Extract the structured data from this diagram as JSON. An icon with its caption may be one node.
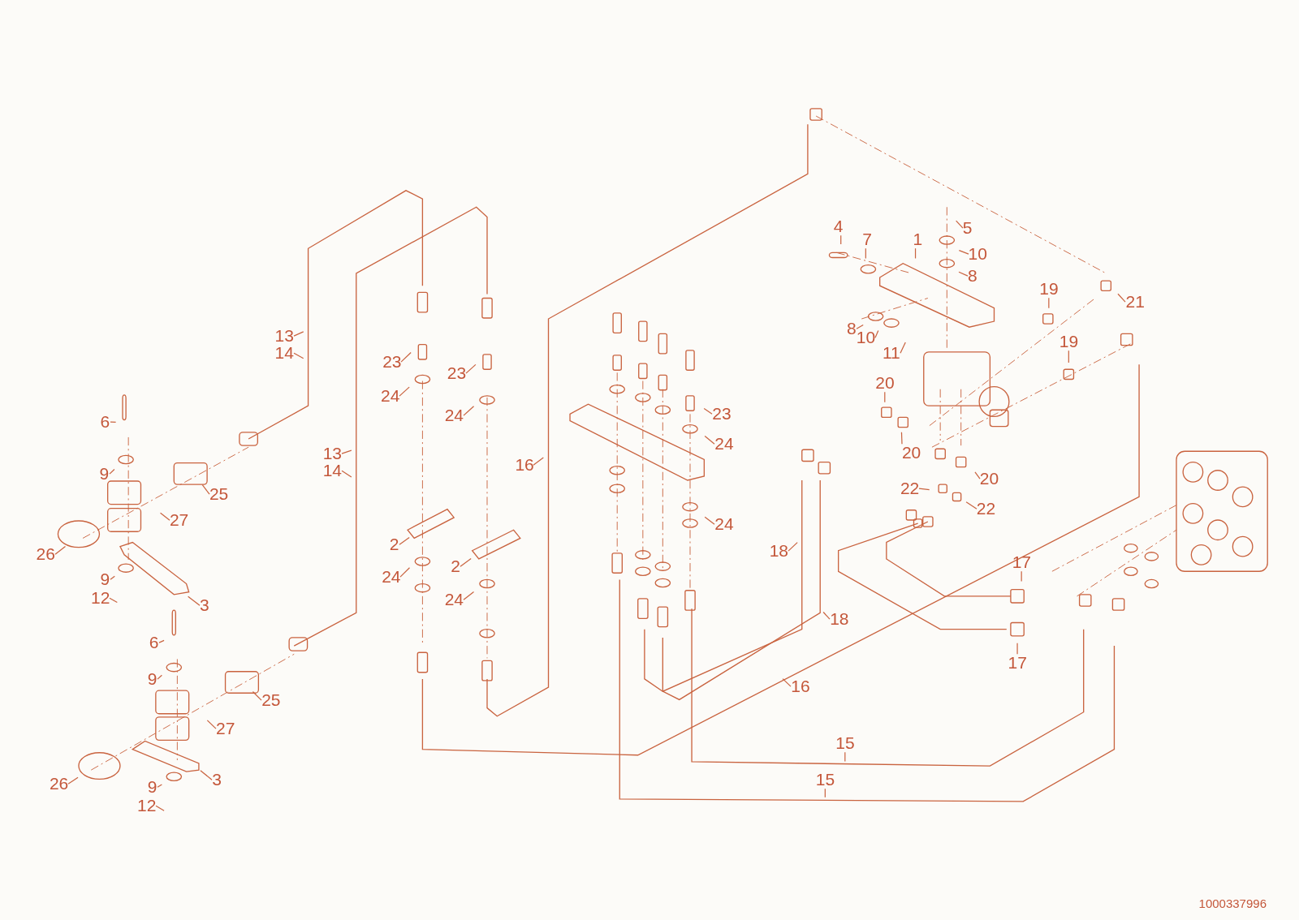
{
  "diagram": {
    "nodes": [
      {
        "text": [
          "4"
        ]
      },
      {
        "text": [
          "5"
        ]
      },
      {
        "text": [
          "7"
        ]
      },
      {
        "text": [
          "1"
        ]
      },
      {
        "text": [
          "10"
        ]
      },
      {
        "text": [
          "8"
        ]
      },
      {
        "text": [
          "19"
        ]
      },
      {
        "text": [
          "21"
        ]
      },
      {
        "text": [
          "8"
        ]
      },
      {
        "text": [
          "10"
        ]
      },
      {
        "text": [
          "11"
        ]
      },
      {
        "text": [
          "19"
        ]
      },
      {
        "text": [
          "13"
        ]
      },
      {
        "text": [
          "14"
        ]
      },
      {
        "text": [
          "23"
        ]
      },
      {
        "text": [
          "23"
        ]
      },
      {
        "text": [
          "24"
        ]
      },
      {
        "text": [
          "24"
        ]
      },
      {
        "text": [
          "20"
        ]
      },
      {
        "text": [
          "23"
        ]
      },
      {
        "text": [
          "6"
        ]
      },
      {
        "text": [
          "24"
        ]
      },
      {
        "text": [
          "20"
        ]
      },
      {
        "text": [
          "13"
        ]
      },
      {
        "text": [
          "14"
        ]
      },
      {
        "text": [
          "16"
        ]
      },
      {
        "text": [
          "9"
        ]
      },
      {
        "text": [
          "20"
        ]
      },
      {
        "text": [
          "22"
        ]
      },
      {
        "text": [
          "25"
        ]
      },
      {
        "text": [
          "22"
        ]
      },
      {
        "text": [
          "27"
        ]
      },
      {
        "text": [
          "24"
        ]
      },
      {
        "text": [
          "2"
        ]
      },
      {
        "text": [
          "26"
        ]
      },
      {
        "text": [
          "18"
        ]
      },
      {
        "text": [
          "2"
        ]
      },
      {
        "text": [
          "17"
        ]
      },
      {
        "text": [
          "24"
        ]
      },
      {
        "text": [
          "9"
        ]
      },
      {
        "text": [
          "3"
        ]
      },
      {
        "text": [
          "12"
        ]
      },
      {
        "text": [
          "24"
        ]
      },
      {
        "text": [
          "18"
        ]
      },
      {
        "text": [
          "6"
        ]
      },
      {
        "text": [
          "17"
        ]
      },
      {
        "text": [
          "9"
        ]
      },
      {
        "text": [
          "16"
        ]
      },
      {
        "text": [
          "25"
        ]
      },
      {
        "text": [
          "27"
        ]
      },
      {
        "text": [
          "15"
        ]
      },
      {
        "text": [
          "3"
        ]
      },
      {
        "text": [
          "26"
        ]
      },
      {
        "text": [
          "15"
        ]
      },
      {
        "text": [
          "9"
        ]
      },
      {
        "text": [
          "12"
        ]
      }
    ],
    "edges": [
      {
        "from": 0,
        "to": null,
        "arrow": "none"
      },
      {
        "from": 1,
        "to": null,
        "arrow": "none"
      },
      {
        "from": 2,
        "to": null,
        "arrow": "none"
      },
      {
        "from": 3,
        "to": null,
        "arrow": "none"
      },
      {
        "from": 4,
        "to": null,
        "arrow": "none"
      },
      {
        "from": 5,
        "to": null,
        "arrow": "none"
      },
      {
        "from": 6,
        "to": null,
        "arrow": "none"
      },
      {
        "from": 7,
        "to": null,
        "arrow": "none"
      },
      {
        "from": 8,
        "to": null,
        "arrow": "none"
      },
      {
        "from": 9,
        "to": null,
        "arrow": "none"
      },
      {
        "from": 10,
        "to": null,
        "arrow": "none"
      },
      {
        "from": 11,
        "to": null,
        "arrow": "none"
      },
      {
        "from": 12,
        "to": null,
        "arrow": "none"
      },
      {
        "from": 13,
        "to": null,
        "arrow": "none"
      },
      {
        "from": 14,
        "to": null,
        "arrow": "none"
      },
      {
        "from": 15,
        "to": null,
        "arrow": "none"
      },
      {
        "from": 16,
        "to": null,
        "arrow": "none"
      },
      {
        "from": 17,
        "to": null,
        "arrow": "none"
      },
      {
        "from": 18,
        "to": null,
        "arrow": "none"
      },
      {
        "from": 19,
        "to": null,
        "arrow": "none"
      },
      {
        "from": 20,
        "to": null,
        "arrow": "none"
      },
      {
        "from": 21,
        "to": null,
        "arrow": "none"
      },
      {
        "from": 22,
        "to": null,
        "arrow": "none"
      },
      {
        "from": 23,
        "to": null,
        "arrow": "none"
      },
      {
        "from": 24,
        "to": null,
        "arrow": "none"
      },
      {
        "from": 25,
        "to": null,
        "arrow": "none"
      },
      {
        "from": 26,
        "to": null,
        "arrow": "none"
      },
      {
        "from": 27,
        "to": null,
        "arrow": "none"
      },
      {
        "from": 28,
        "to": null,
        "arrow": "none"
      },
      {
        "from": 29,
        "to": null,
        "arrow": "none"
      },
      {
        "from": 30,
        "to": null,
        "arrow": "none"
      },
      {
        "from": 31,
        "to": null,
        "arrow": "none"
      },
      {
        "from": 32,
        "to": null,
        "arrow": "none"
      },
      {
        "from": 33,
        "to": null,
        "arrow": "none"
      },
      {
        "from": 34,
        "to": null,
        "arrow": "none"
      },
      {
        "from": 35,
        "to": null,
        "arrow": "none"
      },
      {
        "from": 36,
        "to": null,
        "arrow": "none"
      },
      {
        "from": 37,
        "to": null,
        "arrow": "none"
      },
      {
        "from": 38,
        "to": null,
        "arrow": "none"
      },
      {
        "from": 39,
        "to": null,
        "arrow": "none"
      },
      {
        "from": 40,
        "to": null,
        "arrow": "none"
      },
      {
        "from": 41,
        "to": null,
        "arrow": "none"
      },
      {
        "from": 42,
        "to": null,
        "arrow": "none"
      },
      {
        "from": 43,
        "to": null,
        "arrow": "none"
      },
      {
        "from": 44,
        "to": null,
        "arrow": "none"
      },
      {
        "from": 45,
        "to": null,
        "arrow": "none"
      },
      {
        "from": 46,
        "to": null,
        "arrow": "none"
      },
      {
        "from": 47,
        "to": null,
        "arrow": "none"
      },
      {
        "from": 48,
        "to": null,
        "arrow": "none"
      },
      {
        "from": 49,
        "to": null,
        "arrow": "none"
      },
      {
        "from": 50,
        "to": null,
        "arrow": "none"
      },
      {
        "from": 51,
        "to": null,
        "arrow": "none"
      },
      {
        "from": 52,
        "to": null,
        "arrow": "none"
      },
      {
        "from": 53,
        "to": null,
        "arrow": "none"
      },
      {
        "from": 54,
        "to": null,
        "arrow": "none"
      },
      {
        "from": 55,
        "to": null,
        "arrow": "none"
      }
    ],
    "labels": [
      "1000337996"
    ]
  }
}
